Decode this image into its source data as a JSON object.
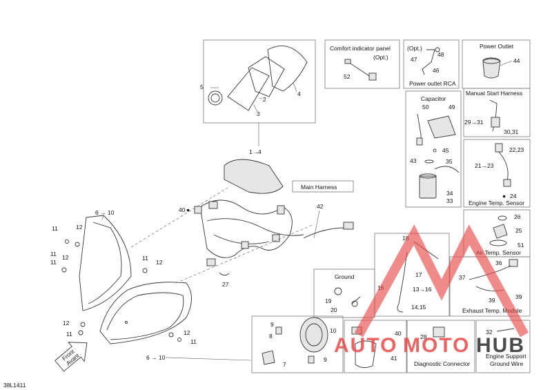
{
  "panels": {
    "comfort": {
      "title_line1": "Comfort indicator panel",
      "title_line2": "(Opt.)",
      "part": "52"
    },
    "outlet_rca": {
      "title_opt": "(Opt.)",
      "title": "Power outlet RCA",
      "p48": "48",
      "p47": "47",
      "p46": "46"
    },
    "power_outlet": {
      "title": "Power Outlet",
      "part": "44"
    },
    "capacitor": {
      "title": "Capacitor",
      "p50": "50",
      "p49": "49",
      "p45": "45",
      "p43": "43",
      "p35": "35",
      "p34": "34",
      "p33": "33"
    },
    "manual_start": {
      "title": "Manual Start Harness",
      "p29": "29",
      "p31": "31",
      "p3031": "30,31"
    },
    "engine_temp": {
      "title": "Engine Temp. Sensor",
      "p2223": "22,23",
      "p21": "21",
      "p23": "23",
      "p24": "24"
    },
    "air_temp": {
      "title": "Air Temp. Sensor",
      "p26": "26",
      "p25": "25",
      "p51": "51"
    },
    "exhaust_temp": {
      "title": "Exhaust Temp. Module",
      "p36": "36",
      "p37": "37",
      "p39a": "39",
      "p39b": "39"
    },
    "ground": {
      "title": "Ground",
      "p19": "19",
      "p20": "20"
    },
    "fuse": {
      "p18": "18",
      "p17": "17",
      "p16": "16",
      "p13": "13",
      "p16b": "16",
      "p1415": "14,15"
    },
    "diagnostic": {
      "title": "Diagnostic Connector",
      "part": "28"
    },
    "engine_support": {
      "title_line1": "Engine Support",
      "title_line2": "Ground Wire",
      "part": "32"
    },
    "relay": {
      "p40": "40",
      "p41": "41"
    },
    "lamp": {
      "p9a": "9",
      "p8": "8",
      "p10": "10",
      "p9b": "9",
      "p7": "7"
    },
    "gauge": {
      "p5": "5",
      "p2": "2",
      "p3": "3",
      "p4": "4",
      "p1": "1",
      "p4b": "4"
    }
  },
  "main_harness": {
    "title": "Main Harness",
    "part": "42"
  },
  "labels": {
    "p40": "40",
    "p6": "6",
    "p10": "10",
    "p11a": "11",
    "p12a": "12",
    "p11b": "11",
    "p12b": "12",
    "p11c": "11",
    "p12c": "12",
    "p27": "27",
    "p12d": "12",
    "p11d": "11",
    "p12e": "12",
    "p11e": "11",
    "p6b": "6",
    "p10b": "10"
  },
  "front_arrow": {
    "line1": "Front",
    "line2": "Avant"
  },
  "drawing_id": "38L1411",
  "watermark": {
    "auto": "AUTO",
    "moto": "MOTO",
    "hub": "HUB",
    "color_red": "#e84a4a",
    "color_dark": "#2b2b2b"
  }
}
